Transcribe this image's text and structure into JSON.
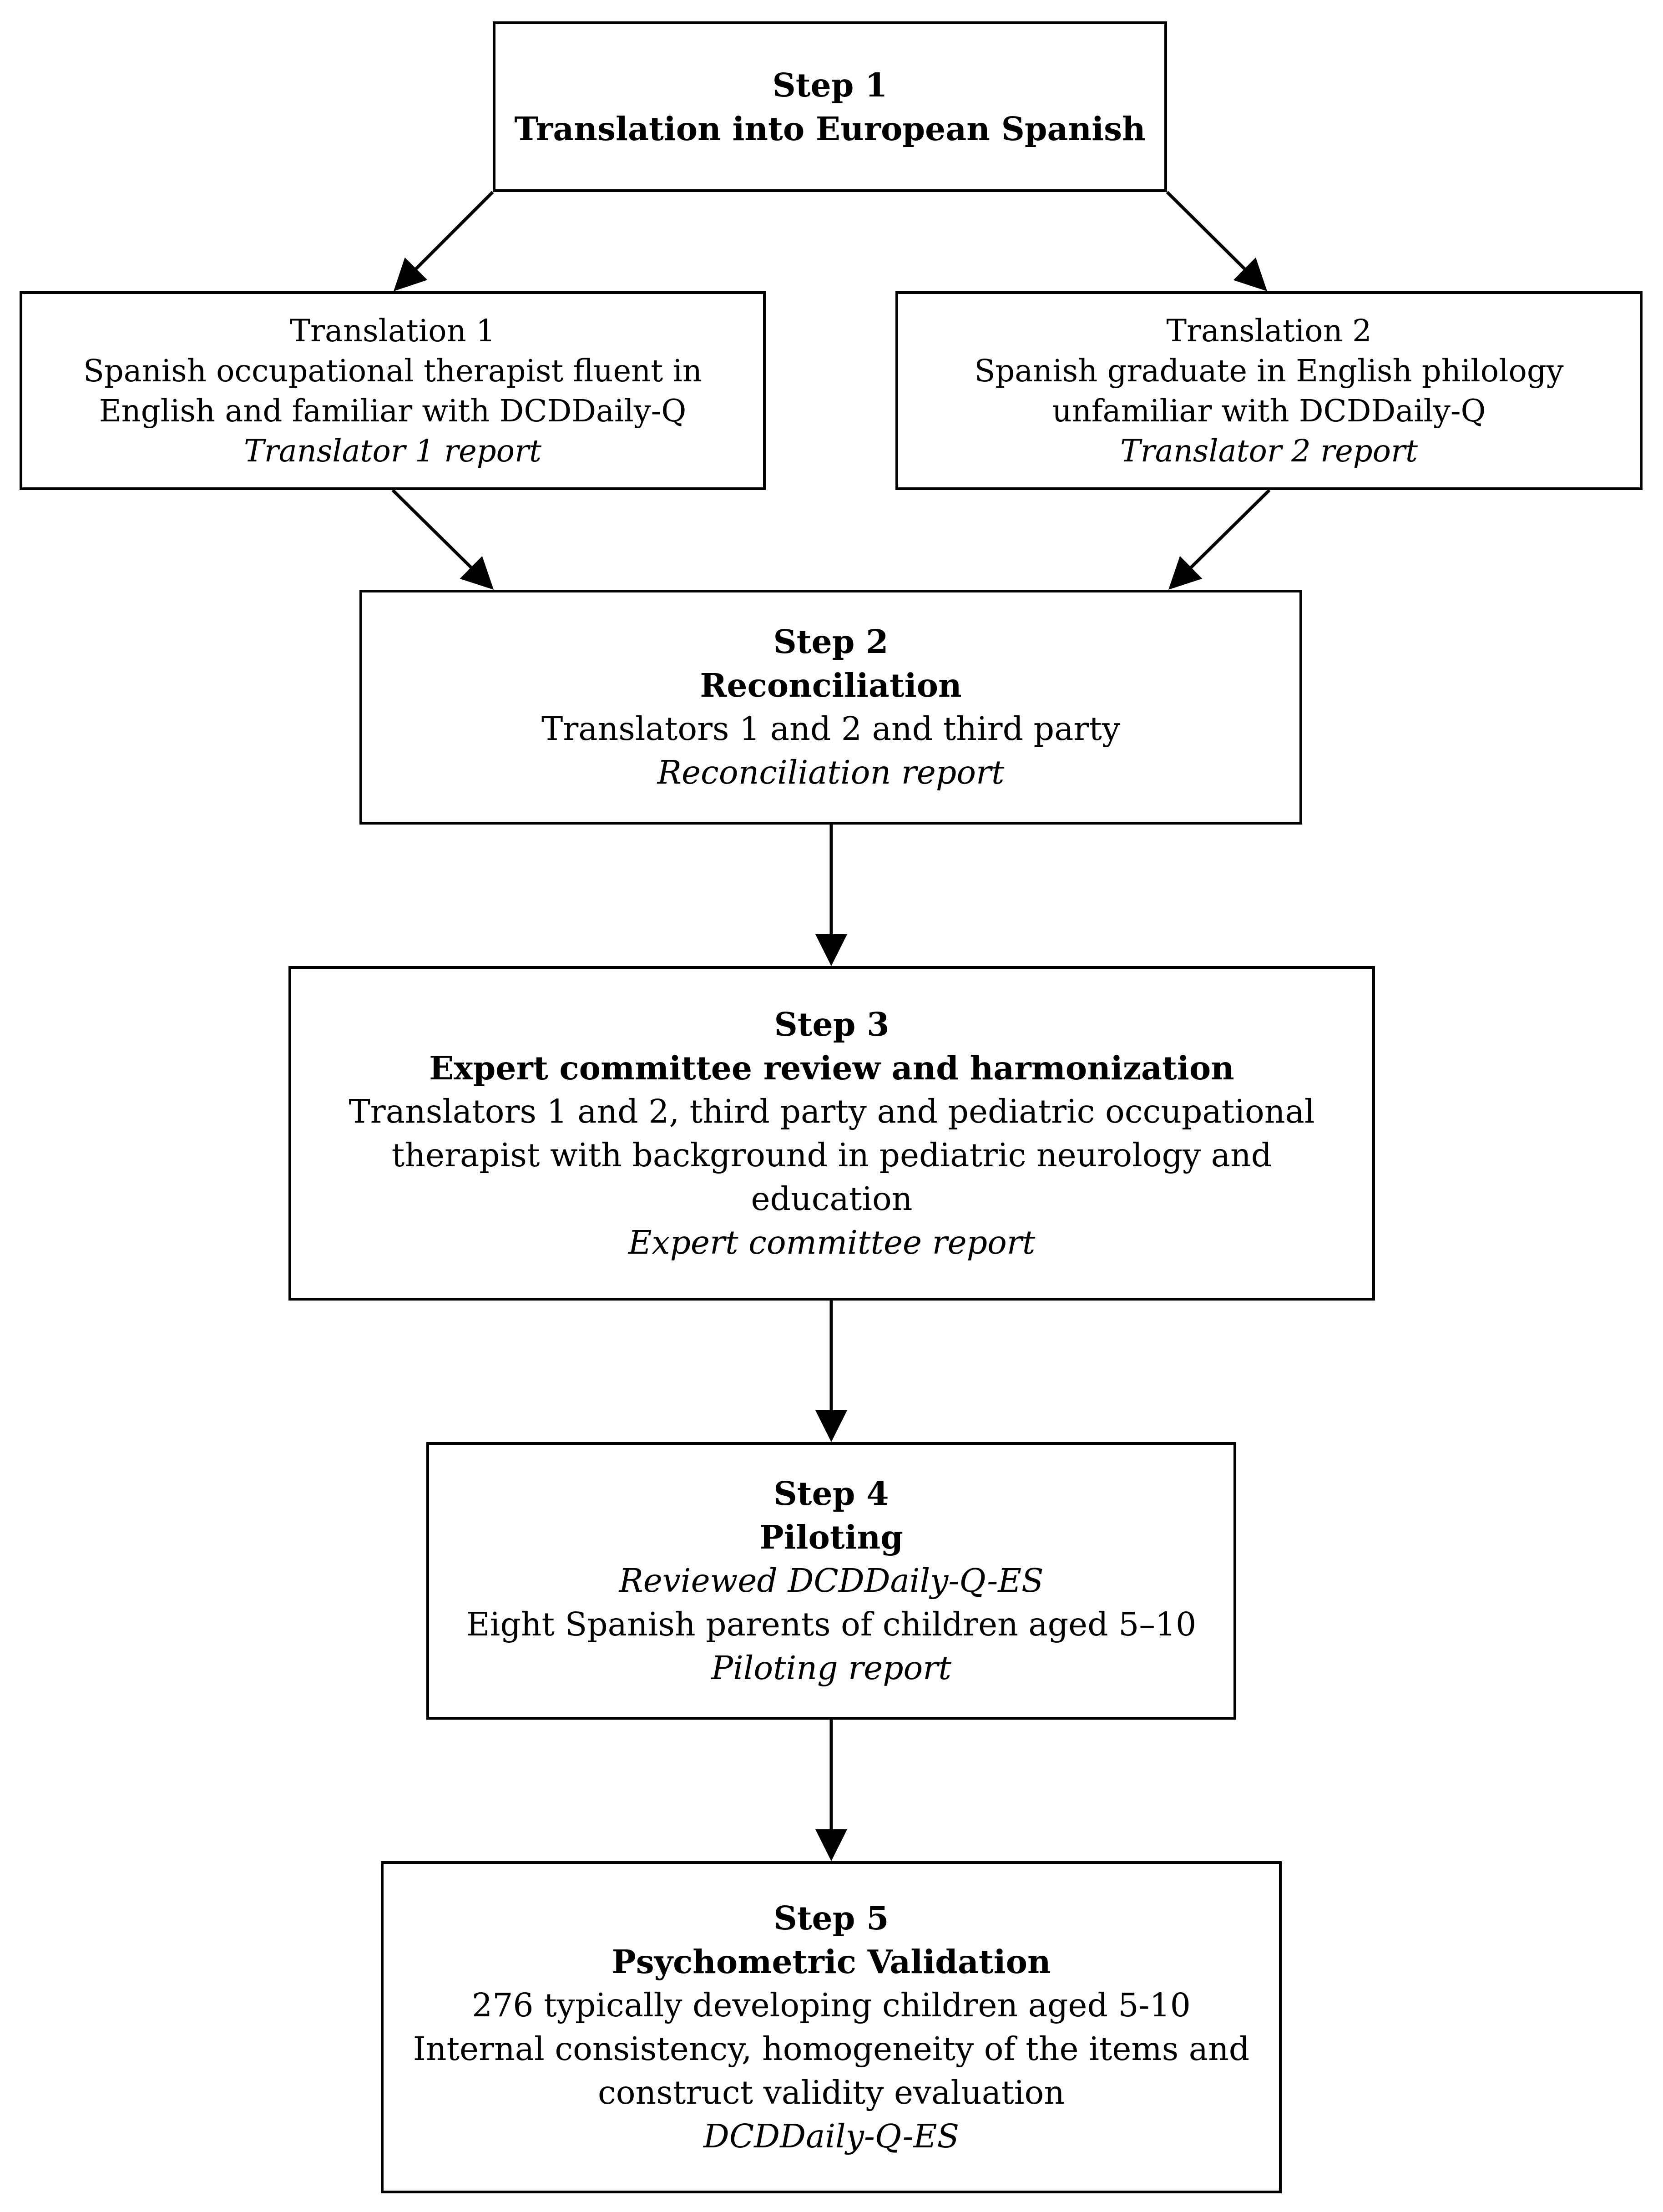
{
  "step1": {
    "step": "Step 1",
    "title": "Translation into European Spanish"
  },
  "translation1": {
    "title": "Translation 1",
    "line1": "Spanish occupational therapist fluent in",
    "line2": "English and familiar with DCDDaily-Q",
    "report": "Translator 1 report"
  },
  "translation2": {
    "title": "Translation 2",
    "line1": "Spanish graduate in English philology",
    "line2": "unfamiliar with DCDDaily-Q",
    "report": "Translator 2 report"
  },
  "step2": {
    "step": "Step 2",
    "title": "Reconciliation",
    "line1": "Translators 1 and 2 and third party",
    "report": "Reconciliation report"
  },
  "step3": {
    "step": "Step 3",
    "title": "Expert committee review and harmonization",
    "line1": "Translators 1 and 2, third party and pediatric occupational",
    "line2": "therapist with background in pediatric neurology and",
    "line3": "education",
    "report": "Expert committee report"
  },
  "step4": {
    "step": "Step 4",
    "title": "Piloting",
    "line1": "Reviewed DCDDaily-Q-ES",
    "line2": "Eight Spanish parents of children aged 5–10",
    "report": "Piloting report"
  },
  "step5": {
    "step": "Step 5",
    "title": "Psychometric Validation",
    "line1": "276 typically developing children aged 5-10",
    "line2": "Internal consistency, homogeneity of the items and",
    "line3": "construct validity evaluation",
    "report": "DCDDaily-Q-ES"
  }
}
